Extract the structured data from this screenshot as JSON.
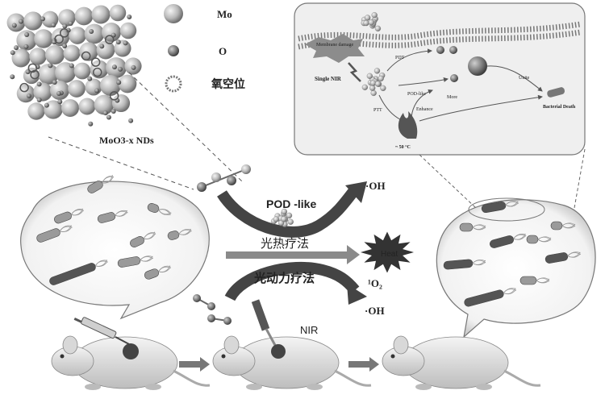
{
  "legend": {
    "mo_label": "Mo",
    "o_label": "O",
    "vacancy_label": "氧空位"
  },
  "nanodot_label": "MoO3-x NDs",
  "center": {
    "pod_label": "POD -like",
    "oh_top": "·OH",
    "ptt_label": "光热疗法",
    "heat_label": "Heat",
    "pdt_label": "光动力疗法",
    "singlet_o2": "¹O₂",
    "oh_bottom": "·OH",
    "nir_label": "NIR"
  },
  "mechanism": {
    "membrane_damage": "Membrane damage",
    "single_nir": "Single NIR",
    "pdt": "PDT",
    "pod_like": "POD-like",
    "ptt": "PTT",
    "enhance": "Enhance",
    "more": "More",
    "unite": "Unite",
    "bacterial_death": "Bacterial Death",
    "temperature": "~ 50 °C"
  },
  "colors": {
    "arrow_dark": "#4a4a4a",
    "arrow_light": "#8a8a8a",
    "starburst": "#333333"
  }
}
